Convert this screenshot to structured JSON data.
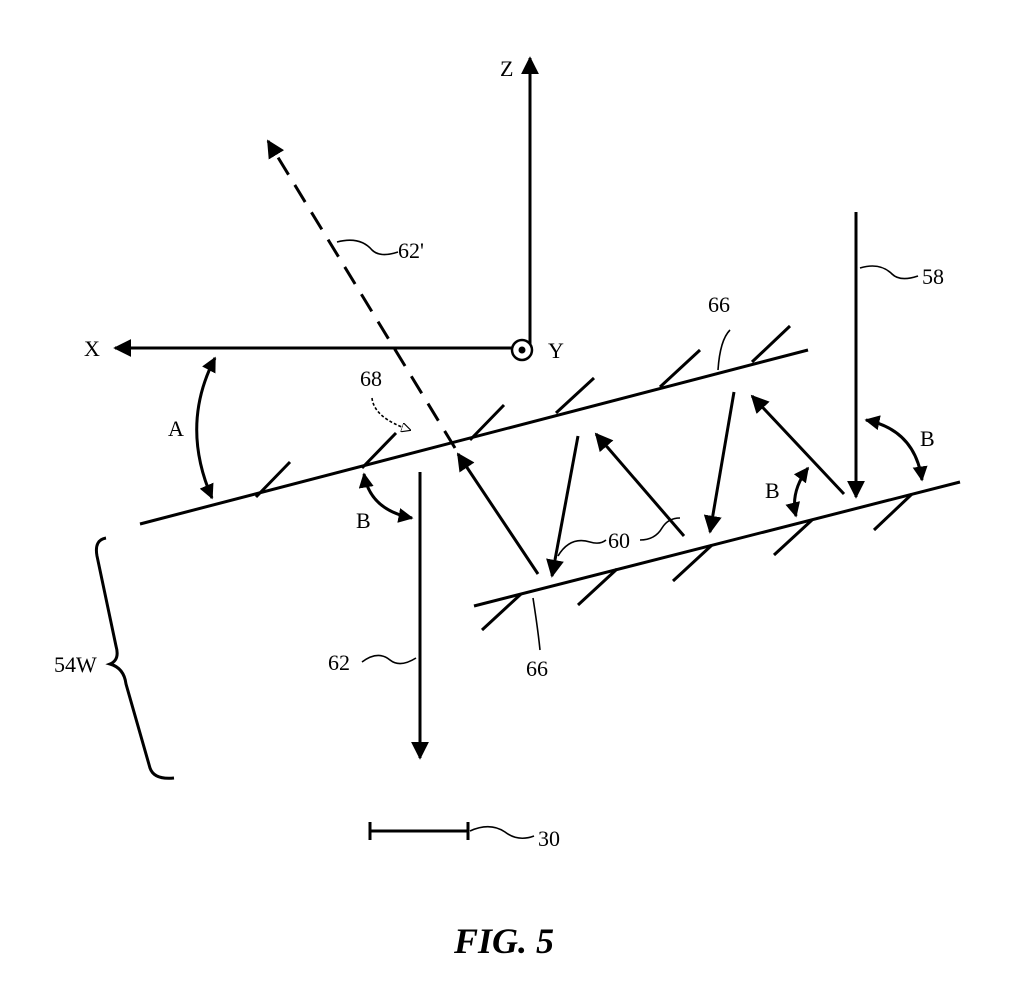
{
  "figure": {
    "caption": "FIG. 5",
    "labels": {
      "z_axis": "Z",
      "x_axis": "X",
      "y_axis": "Y",
      "angle_a": "A",
      "angle_b_left": "B",
      "angle_b_mid": "B",
      "angle_b_right": "B",
      "ray_62_prime": "62'",
      "ray_58": "58",
      "surface_66_top": "66",
      "surface_66_bottom": "66",
      "point_68": "68",
      "rays_60": "60",
      "bracket_54w": "54W",
      "ray_62": "62",
      "scale_30": "30"
    }
  }
}
